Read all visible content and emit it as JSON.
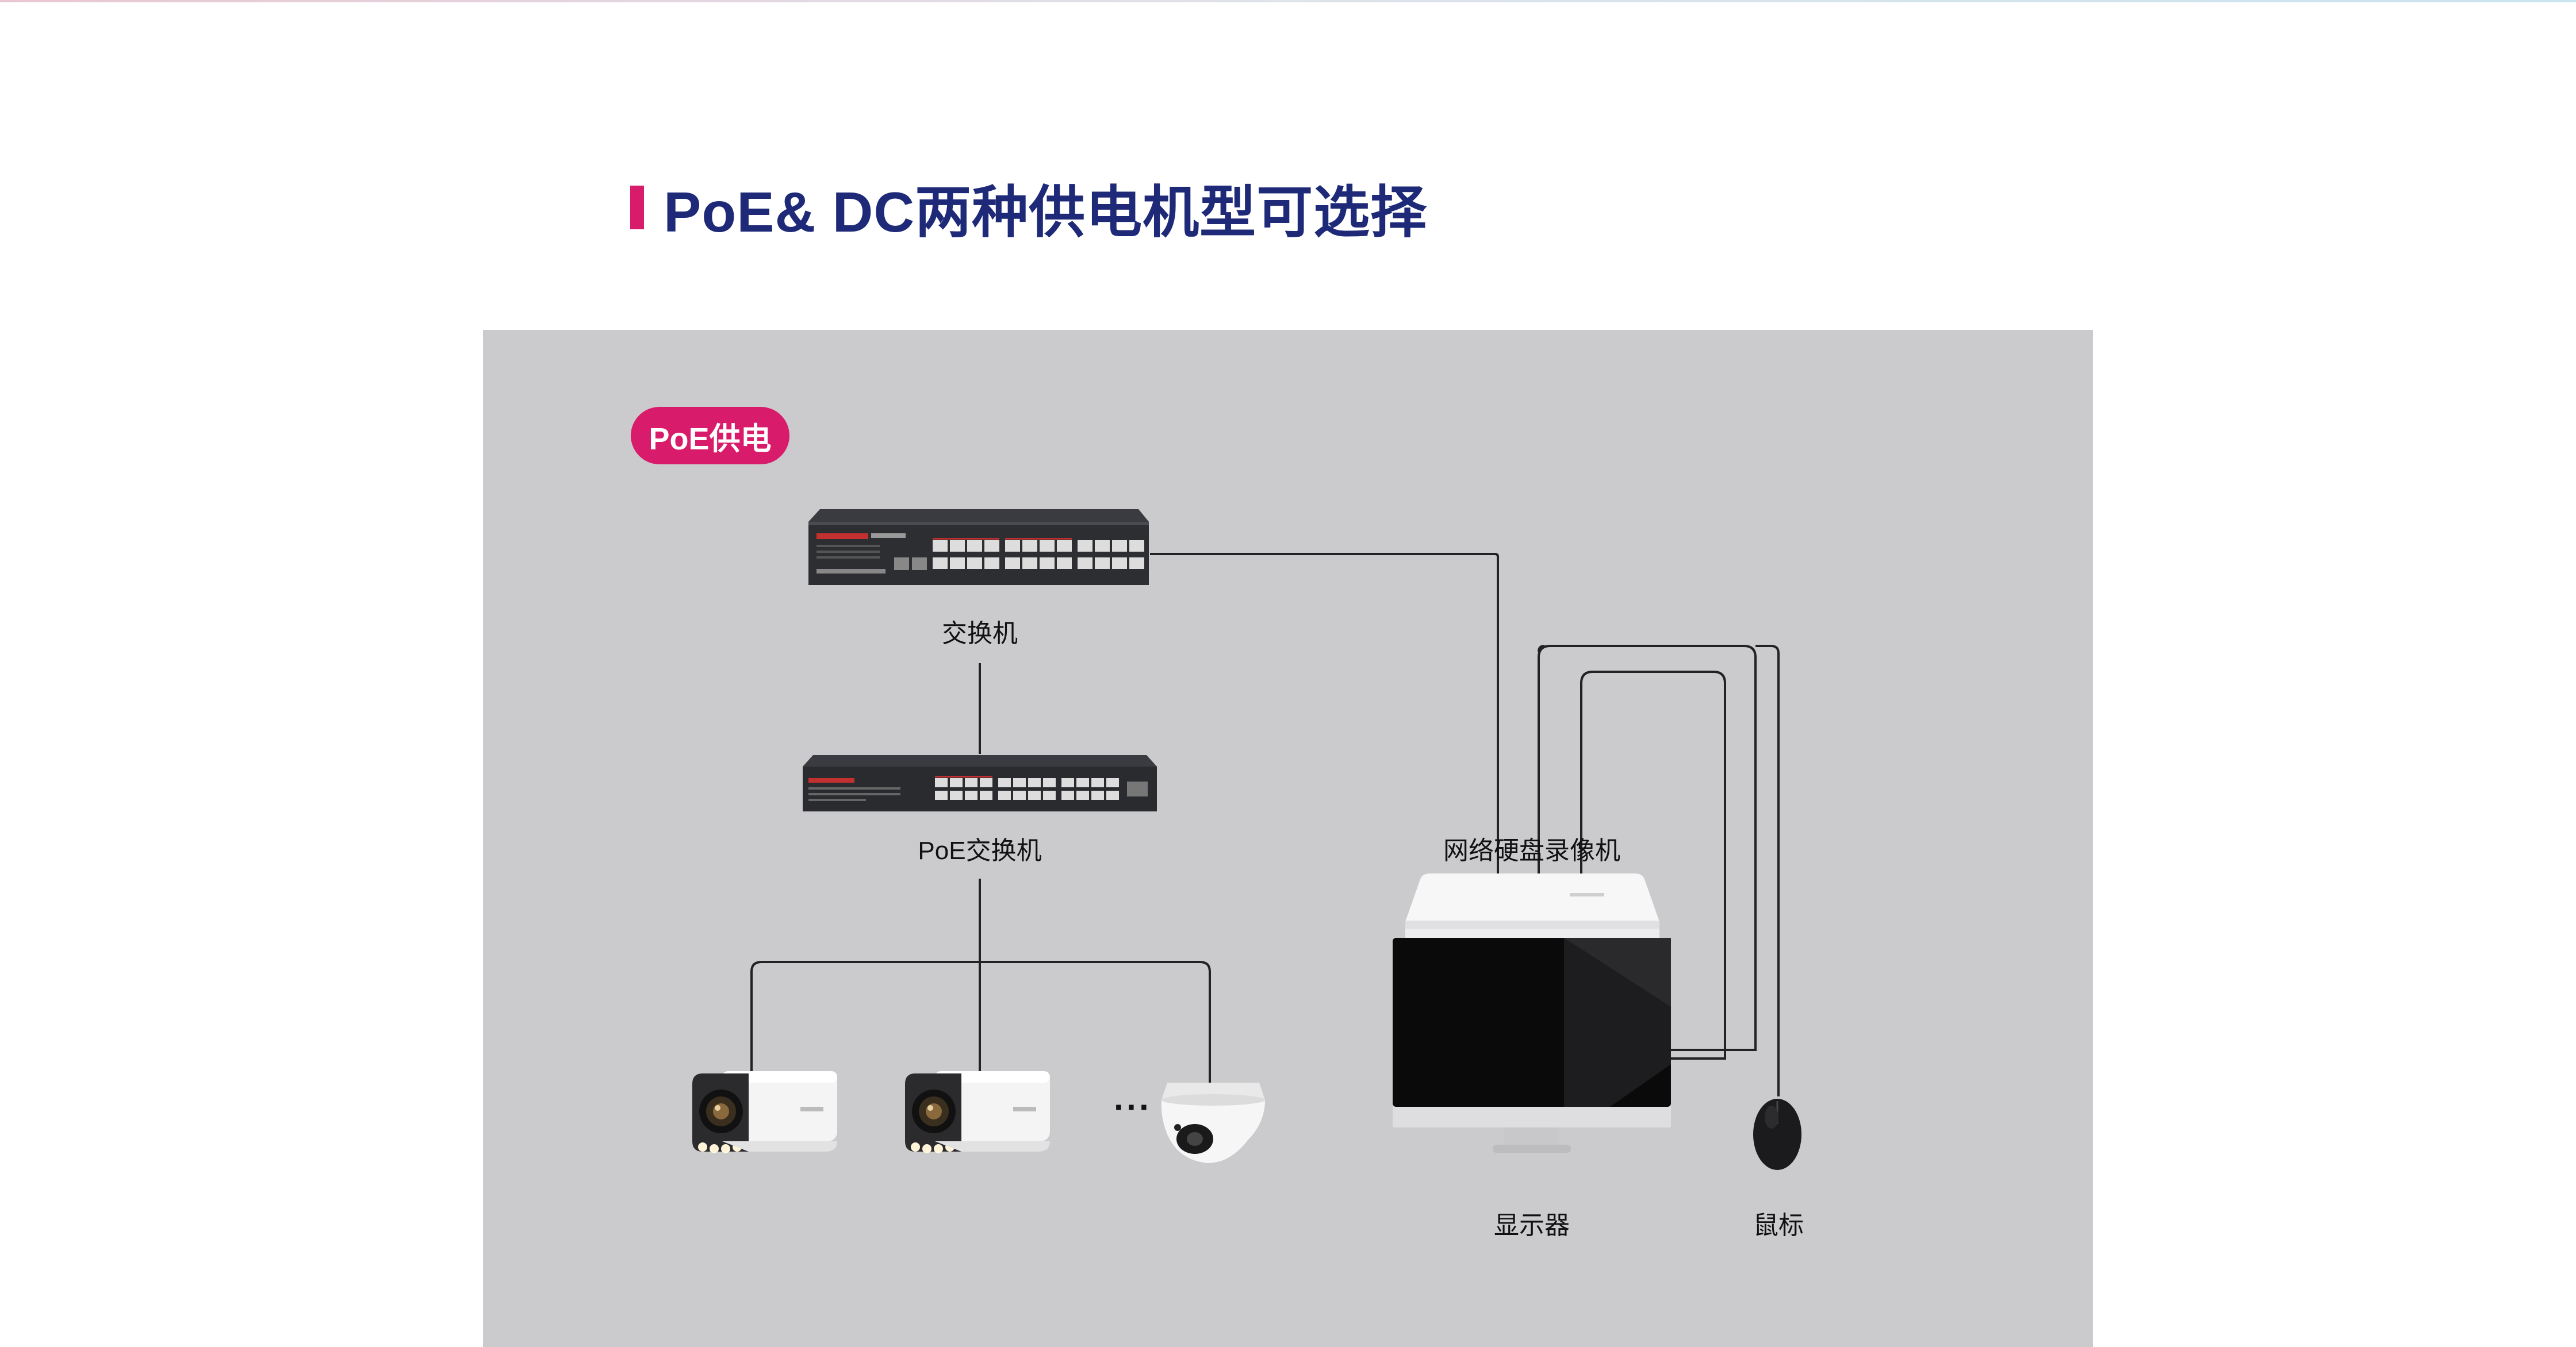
{
  "page": {
    "heading": "PoE& DC两种供电机型可选择",
    "heading_color": "#1e2a78",
    "accent_color": "#d81b6a"
  },
  "diagram": {
    "badge": "PoE供电",
    "nodes": {
      "switch": "交换机",
      "poe_switch": "PoE交换机",
      "nvr": "网络硬盘录像机",
      "monitor": "显示器",
      "mouse": "鼠标"
    },
    "ellipsis": "···",
    "cameras": [
      "bullet-camera",
      "bullet-camera",
      "dome-camera"
    ]
  }
}
